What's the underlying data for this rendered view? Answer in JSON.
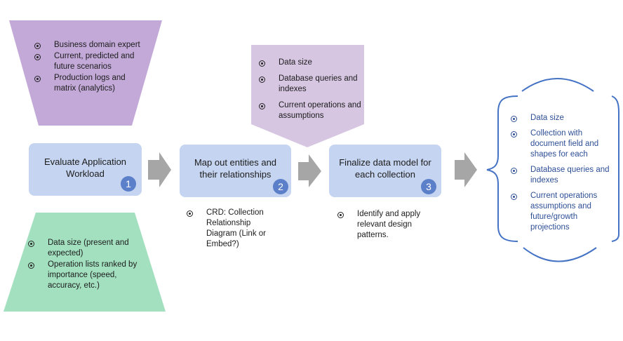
{
  "top_left_list": [
    "Business domain expert",
    "Current, predicted and future scenarios",
    "Production logs and matrix (analytics)"
  ],
  "bottom_left_list": [
    "Data size (present and expected)",
    "Operation lists ranked by importance (speed, accuracy, etc.)"
  ],
  "top_middle_list": [
    "Data size",
    "Database queries and indexes",
    "Current operations  and  assumptions"
  ],
  "steps": [
    {
      "label": "Evaluate Application Workload",
      "number": "1"
    },
    {
      "label": "Map out entities and their relationships",
      "number": "2"
    },
    {
      "label": "Finalize data model for each collection",
      "number": "3"
    }
  ],
  "step2_notes": [
    "CRD: Collection Relationship Diagram (Link or Embed?)"
  ],
  "step3_notes": [
    "Identify and apply relevant design patterns."
  ],
  "output_list": [
    "Data size",
    "Collection with document field and shapes for each",
    "Database queries and indexes",
    "Current operations assumptions and future/growth projections"
  ],
  "colors": {
    "purple": "#c3a9d8",
    "light_purple": "#d6c6e2",
    "green": "#a3e0c0",
    "box_blue": "#c5d4f0",
    "badge": "#5b7fc9",
    "arrow": "#a6a6a6",
    "brace": "#4472c4",
    "output_text": "#2e4f96"
  }
}
